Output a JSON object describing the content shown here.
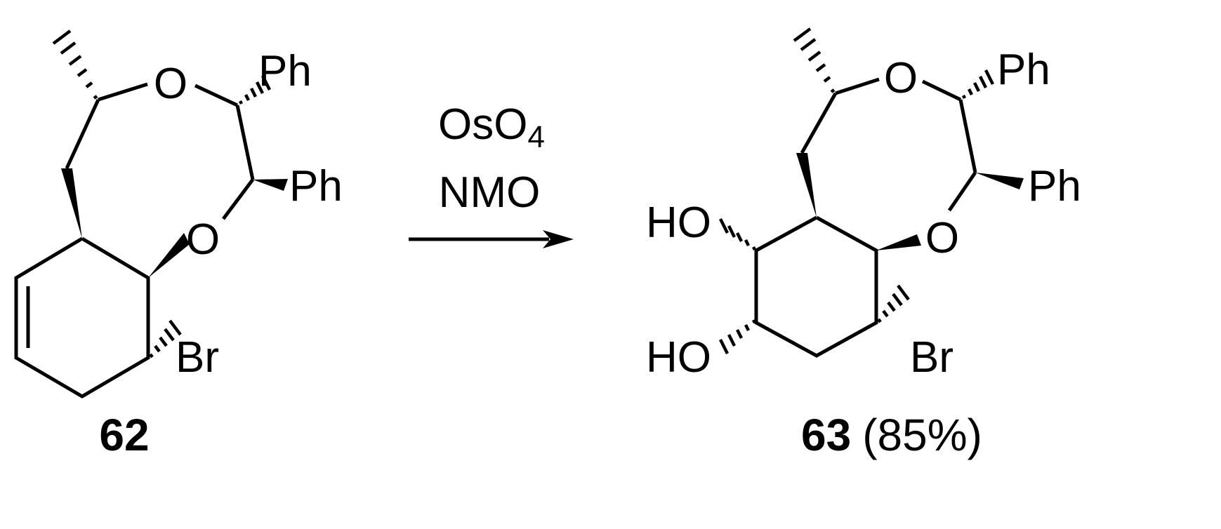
{
  "reaction": {
    "reactant": {
      "label": "62",
      "atoms": {
        "o_ring": "O",
        "o_lower": "O",
        "ph_top": "Ph",
        "ph_mid": "Ph",
        "br": "Br"
      }
    },
    "reagents": {
      "line1_main": "OsO",
      "line1_sub": "4",
      "line2": "NMO"
    },
    "product": {
      "label": "63",
      "yield": "(85%)",
      "atoms": {
        "o_ring": "O",
        "o_lower": "O",
        "ph_top": "Ph",
        "ph_mid": "Ph",
        "br": "Br",
        "ho_top": "HO",
        "ho_bottom": "HO"
      }
    }
  },
  "colors": {
    "ink": "#000000",
    "background": "#ffffff"
  }
}
